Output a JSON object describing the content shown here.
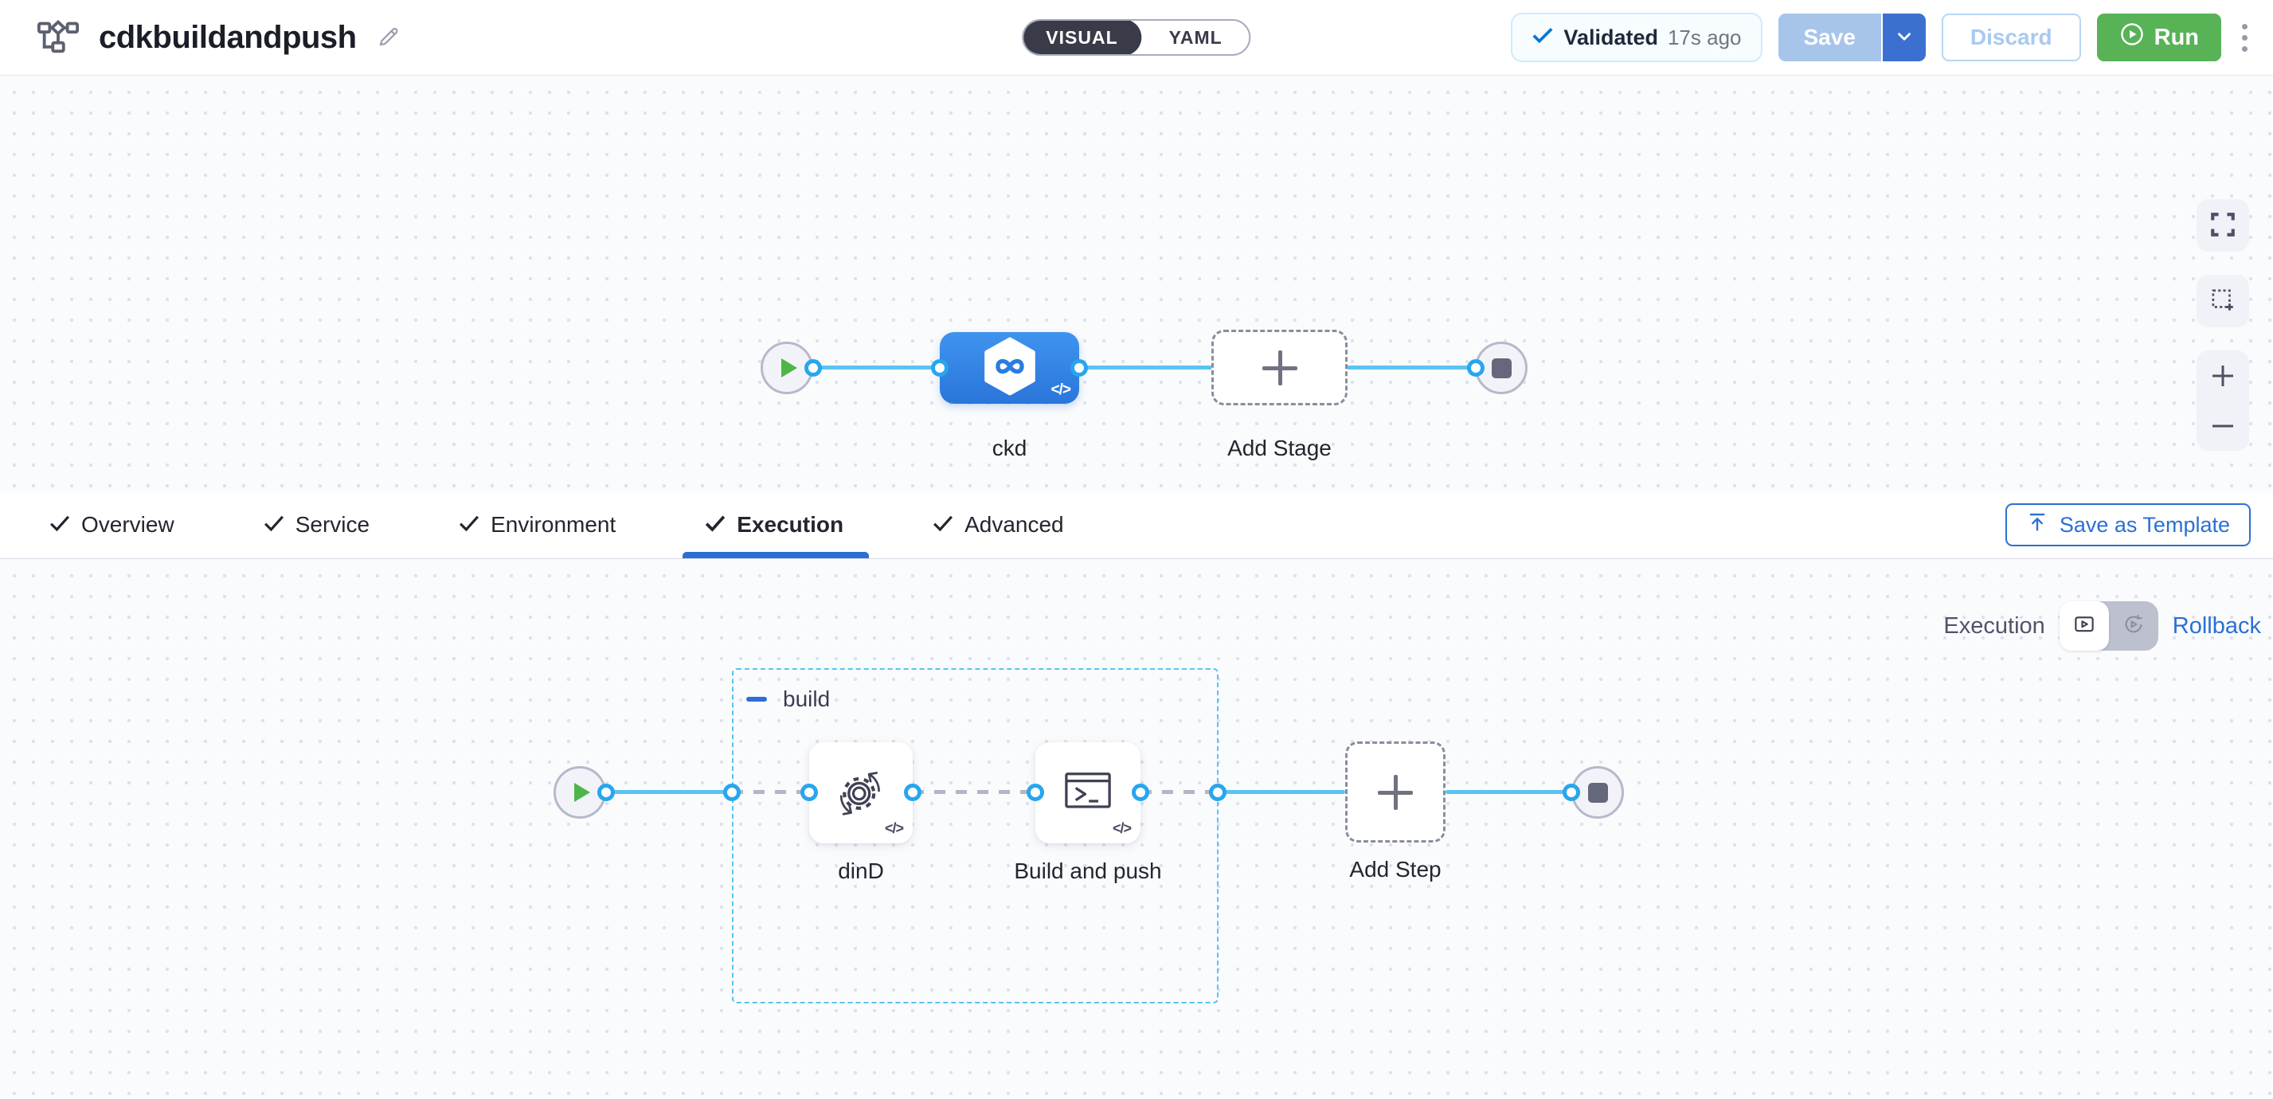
{
  "header": {
    "title": "cdkbuildandpush",
    "mode_toggle": {
      "visual": "VISUAL",
      "yaml": "YAML"
    },
    "validation": {
      "label": "Validated",
      "time": "17s ago"
    },
    "save_label": "Save",
    "discard_label": "Discard",
    "run_label": "Run"
  },
  "stage_canvas": {
    "stage_name": "ckd",
    "add_stage_label": "Add Stage",
    "code_icon": "</>"
  },
  "tabs": {
    "items": [
      {
        "label": "Overview",
        "checked": true,
        "active": false
      },
      {
        "label": "Service",
        "checked": true,
        "active": false
      },
      {
        "label": "Environment",
        "checked": true,
        "active": false
      },
      {
        "label": "Execution",
        "checked": true,
        "active": true
      },
      {
        "label": "Advanced",
        "checked": true,
        "active": false
      }
    ],
    "save_as_template_label": "Save as Template"
  },
  "execution_canvas": {
    "mode_label": "Execution",
    "rollback_label": "Rollback",
    "group_label": "build",
    "steps": [
      {
        "name": "dinD"
      },
      {
        "name": "Build and push"
      }
    ],
    "add_step_label": "Add Step",
    "code_icon": "</>"
  },
  "icons": {
    "pipeline": "graph-nodes",
    "edit": "pencil",
    "validated": "check",
    "save_more": "chevron-down",
    "run": "play-circle",
    "more_options": "kebab-vertical",
    "tab_check": "check",
    "save_as_template": "upload-arrow",
    "canvas_fullscreen": "expand-corners",
    "canvas_select": "marquee-plus",
    "zoom_in": "plus",
    "zoom_out": "minus",
    "stage_start": "play-triangle",
    "stage_end": "stop-square",
    "stage_ckd": "hexagon-infinity",
    "step_dind": "gear-sync",
    "step_build_push": "terminal-window",
    "add_node": "plus",
    "collapse_group": "minus-bar",
    "execution_view": "play-box",
    "rollback_view": "play-cycle"
  },
  "colors": {
    "accent_blue": "#2b6fd4",
    "run_green": "#57b356",
    "stage_blue": "#2f82e4",
    "connector_blue": "#5bc3f1",
    "connector_ring": "#27a6ee",
    "group_border": "#58c4ef",
    "validated_check": "#0278d5",
    "save_disabled": "#a7c5eb",
    "canvas_bg": "#fafbfd"
  }
}
